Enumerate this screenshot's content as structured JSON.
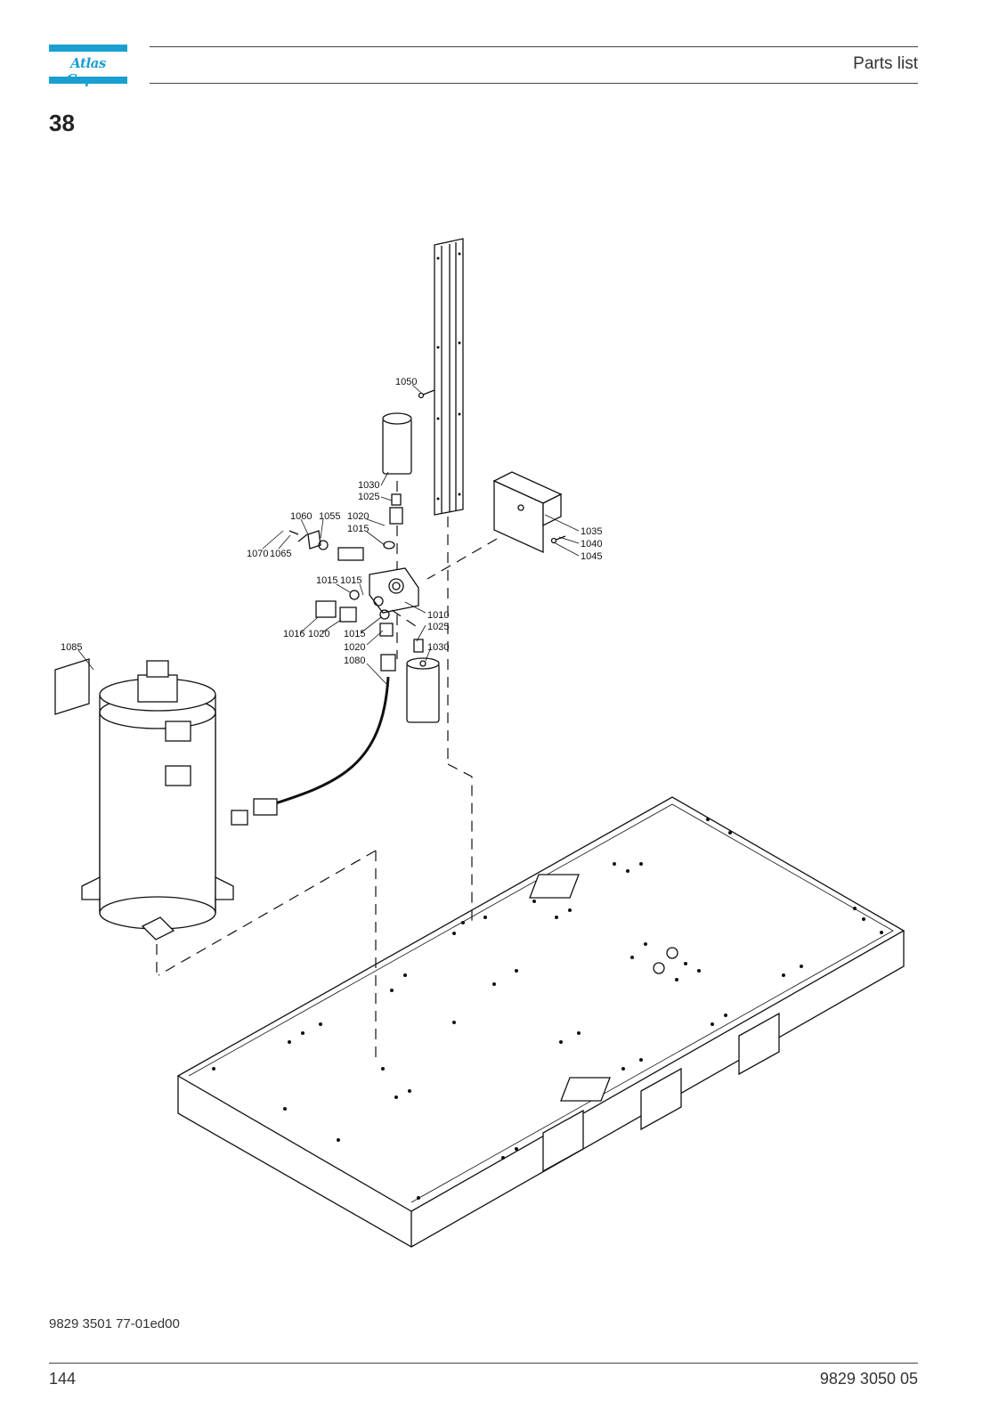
{
  "header": {
    "logo_text": "Atlas Copco",
    "title": "Parts list"
  },
  "section_number": "38",
  "callouts": {
    "c1050": "1050",
    "c1030a": "1030",
    "c1025a": "1025",
    "c1060": "1060",
    "c1055": "1055",
    "c1020a": "1020",
    "c1015a": "1015",
    "c1070": "1070",
    "c1065": "1065",
    "c1035": "1035",
    "c1040": "1040",
    "c1045": "1045",
    "c1015b": "1015",
    "c1015c": "1015",
    "c1010": "1010",
    "c1025b": "1025",
    "c1016": "1016",
    "c1020b": "1020",
    "c1015d": "1015",
    "c1030b": "1030",
    "c1085": "1085",
    "c1020c": "1020",
    "c1080": "1080"
  },
  "footer": {
    "doc_id": "9829 3501 77-01ed00",
    "page": "144",
    "manual_number": "9829 3050 05"
  }
}
